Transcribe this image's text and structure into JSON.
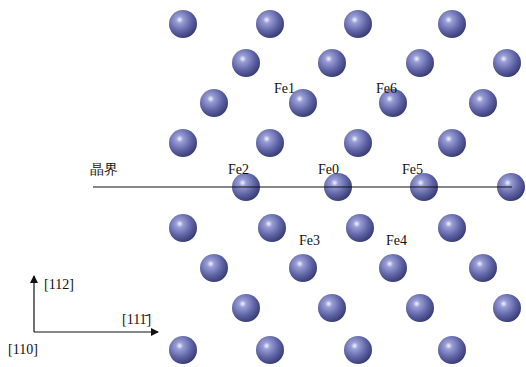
{
  "diagram": {
    "labels": [
      "Fe1",
      "Fe6",
      "晶界",
      "Fe2",
      "Fe0",
      "Fe5",
      "Fe3",
      "Fe4",
      "[112]",
      "[111̄]",
      "[110]"
    ]
  }
}
